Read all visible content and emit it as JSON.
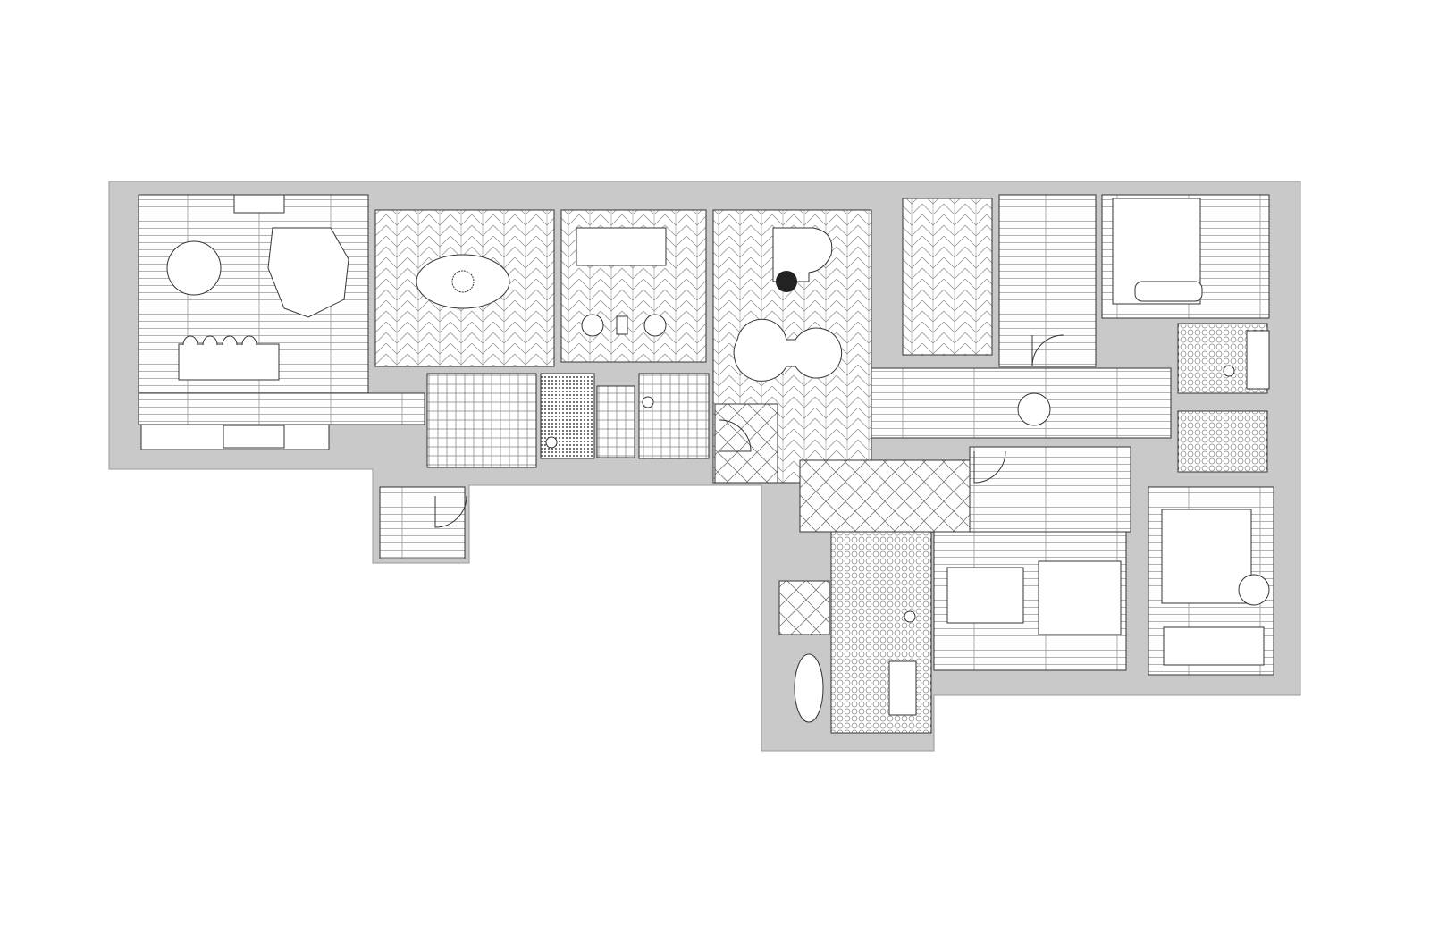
{
  "plan": {
    "colors": {
      "background": "#ffffff",
      "wall": "#c9c9c9",
      "line": "#333333",
      "floor": "#ffffff"
    },
    "floor_patterns": [
      "wood-plank",
      "herringbone",
      "square-tile",
      "mosaic",
      "diamond-tile",
      "hex-tile"
    ]
  }
}
